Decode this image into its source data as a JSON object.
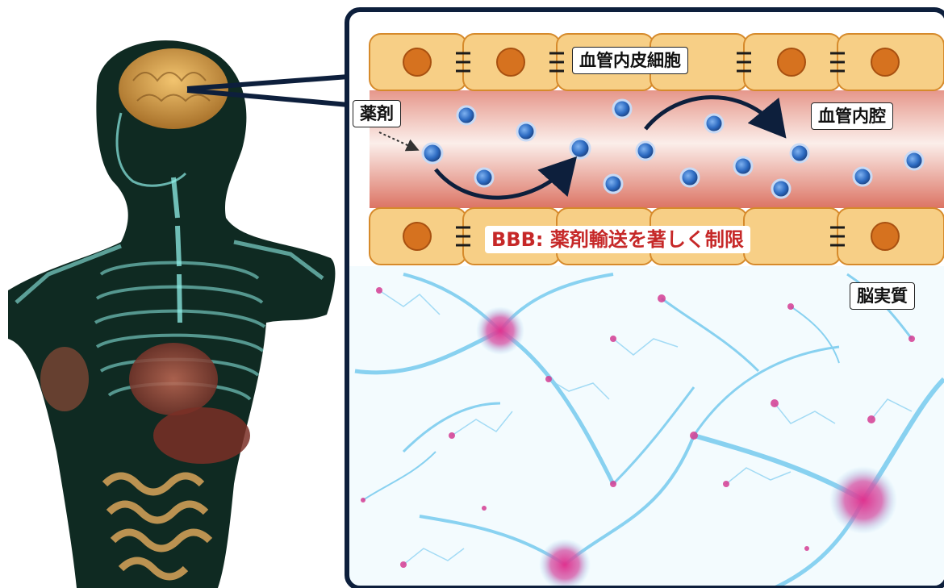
{
  "labels": {
    "endothelial": "血管内皮細胞",
    "drug": "薬剤",
    "lumen": "血管内腔",
    "bbb": "BBB: 薬剤輸送を著しく制限",
    "parenchyma": "脳実質"
  },
  "colors": {
    "frame": "#0d1f3c",
    "cell_fill": "#f7cf86",
    "cell_border": "#d68a2b",
    "nucleus": "#d6721f",
    "lumen_gradient": [
      "#f4d6d0",
      "#e07c6c"
    ],
    "drug_particle": "#2f6fc4",
    "arrow": "#0d1f3c",
    "bbb_text": "#c62828",
    "neuron": "#5bc0eb",
    "neuron_soma": "#e0338f",
    "body_silhouette": "#0f2a22",
    "skeleton": "#8ff0e8",
    "brain": "#d8a24a"
  },
  "icons": [
    "human-anatomy-figure",
    "brain-icon",
    "endothelial-cell",
    "tight-junction",
    "drug-particle",
    "flow-arrow",
    "neuron-network"
  ]
}
